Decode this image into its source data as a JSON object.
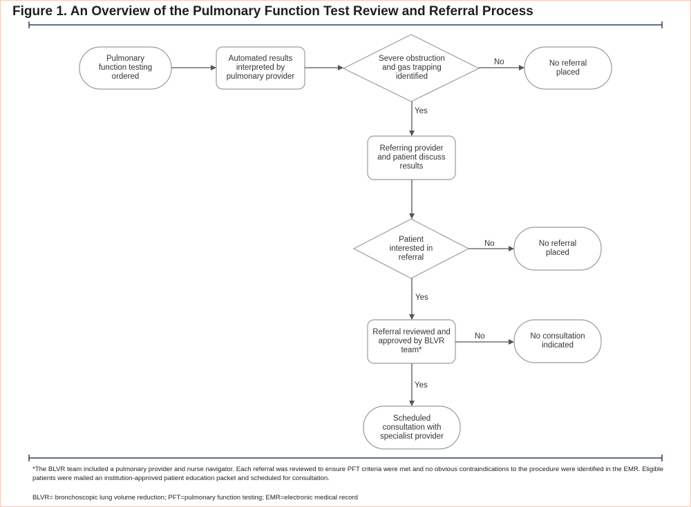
{
  "title": "Figure 1. An Overview of the Pulmonary Function Test Review and Referral Process",
  "nodes": {
    "pft_ordered": [
      "Pulmonary",
      "function testing",
      "ordered"
    ],
    "automated_results": [
      "Automated results",
      "interpreted by",
      "pulmonary provider"
    ],
    "severe_obstruction": [
      "Severe obstruction",
      "and gas trapping",
      "identified"
    ],
    "no_referral_1": [
      "No referral",
      "placed"
    ],
    "discuss_results": [
      "Referring provider",
      "and patient discuss",
      "results"
    ],
    "patient_interested": [
      "Patient",
      "interested in",
      "referral"
    ],
    "no_referral_2": [
      "No referral",
      "placed"
    ],
    "referral_reviewed": [
      "Referral reviewed and",
      "approved by BLVR",
      "team*"
    ],
    "no_consultation": [
      "No consultation",
      "indicated"
    ],
    "scheduled_consultation": [
      "Scheduled",
      "consultation with",
      "specialist provider"
    ]
  },
  "edge_labels": {
    "no_1": "No",
    "yes_1": "Yes",
    "no_2": "No",
    "yes_2": "Yes",
    "no_3": "No",
    "yes_3": "Yes"
  },
  "footnotes": {
    "note_line_1": "*The BLVR team included a pulmonary provider and nurse navigator. Each referral was reviewed to ensure PFT criteria were met and no obvious contraindications to the procedure were identified in the EMR. Eligible",
    "note_line_2": "patients were mailed an institution-approved patient education packet and scheduled for consultation.",
    "abbreviations": "BLVR= bronchoscopic lung volume reduction; PFT=pulmonary function testing; EMR=electronic medical record"
  },
  "colors": {
    "rule": "#2d3e5c",
    "node_stroke": "#999999",
    "arrow": "#555555",
    "frame": "#f2c9b8"
  }
}
